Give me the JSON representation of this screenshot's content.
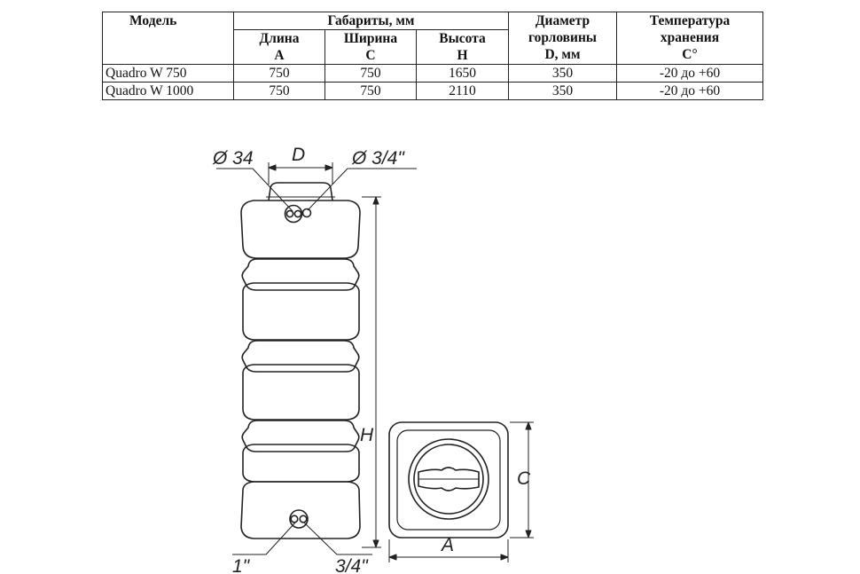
{
  "table": {
    "headers": {
      "model": "Модель",
      "dimensions": "Габариты, мм",
      "length": [
        "Длина",
        "А"
      ],
      "width": [
        "Ширина",
        "С"
      ],
      "height": [
        "Высота",
        "Н"
      ],
      "neck": [
        "Диаметр",
        "горловины",
        "D, мм"
      ],
      "temp": [
        "Температура",
        "хранения",
        "С°"
      ]
    },
    "rows": [
      [
        "Quadro W 750",
        "750",
        "750",
        "1650",
        "350",
        "-20 до +60"
      ],
      [
        "Quadro W 1000",
        "750",
        "750",
        "2110",
        "350",
        "-20 до +60"
      ]
    ]
  },
  "drawing": {
    "labels": {
      "neck_diameter": "D",
      "outlet_left_top": "Ø 34",
      "outlet_right_top": "Ø 3/4\"",
      "height": "H",
      "outlet_bottom_left": "1\"",
      "outlet_bottom_right": "3/4\"",
      "width_c": "C",
      "length_a": "A"
    }
  }
}
